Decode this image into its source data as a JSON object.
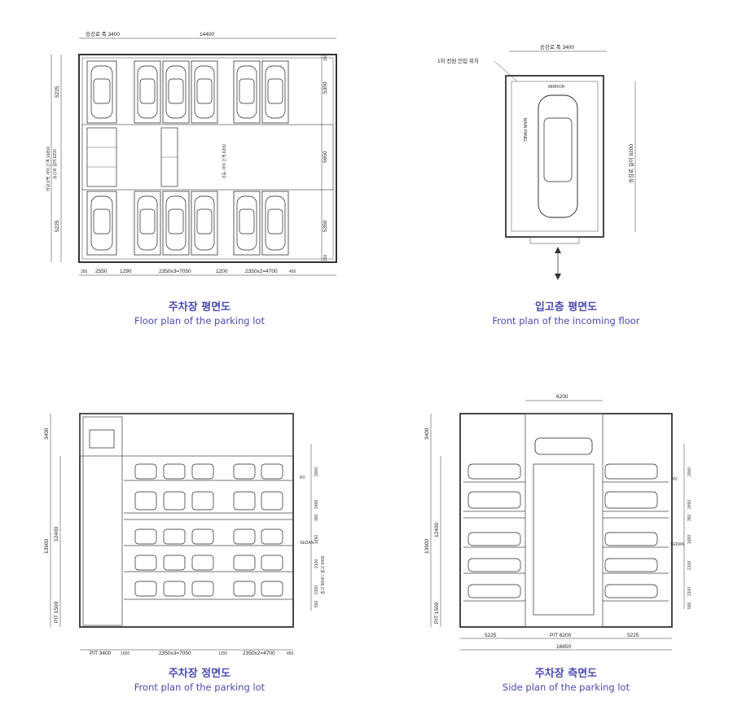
{
  "floor_plan": {
    "caption_ko": "주차장 평면도",
    "caption_en": "Floor plan of the parking lot",
    "dim_top_left": "승강로 폭 3400",
    "dim_top_total": "14400",
    "dim_right": [
      "5350",
      "5650",
      "5350"
    ],
    "dim_right_small": [
      "150",
      "150"
    ],
    "dim_left": [
      "5225",
      "5225"
    ],
    "dim_left_vertical_1": "리보고백 사이 간격 16650",
    "dim_left_vertical_2": "승강로 길이 6200",
    "dim_center_vertical": "기둥 사이 간격 6200",
    "dim_bottom": [
      "350",
      "2550",
      "1290",
      "2350x3=7050",
      "1200",
      "2350x2=4700",
      "450"
    ]
  },
  "front_incoming": {
    "caption_ko": "입고층 평면도",
    "caption_en": "Front plan of the incoming floor",
    "dim_top": "승강로 폭 3400",
    "label_power": "1차 전원 인입 위치",
    "label_mirror": "MIRROR",
    "label_panel": "MAIN PANEL",
    "dim_right_vertical": "승강로 길이 6200"
  },
  "front_lot": {
    "caption_ko": "주차장 정면도",
    "caption_en": "Front plan of the parking lot",
    "dim_left": [
      "3400",
      "13900",
      "12400",
      "PIT 1500"
    ],
    "dim_right": [
      "2000",
      "2450",
      "350",
      "1650",
      "2100",
      "2100",
      "550"
    ],
    "right_labels": "층고 5000 / 층고 6400",
    "tag_rv": "RV",
    "tag_sedan": "SEDAN",
    "dim_bottom": [
      "PIT 3400",
      "1000",
      "2350x3=7050",
      "1200",
      "2350x2=4700",
      "450"
    ]
  },
  "side_lot": {
    "caption_ko": "주차장 측면도",
    "caption_en": "Side plan of the parking lot",
    "dim_top": "6200",
    "dim_left": [
      "3400",
      "13900",
      "12400",
      "PIT 1500"
    ],
    "dim_right": [
      "2000",
      "2450",
      "350",
      "1650",
      "2100",
      "2100",
      "550"
    ],
    "tag_rv": "RV",
    "tag_sedan": "SEDAN",
    "dim_bottom": [
      "5225",
      "PIT 6200",
      "5225"
    ],
    "dim_bottom_total": "16650"
  }
}
